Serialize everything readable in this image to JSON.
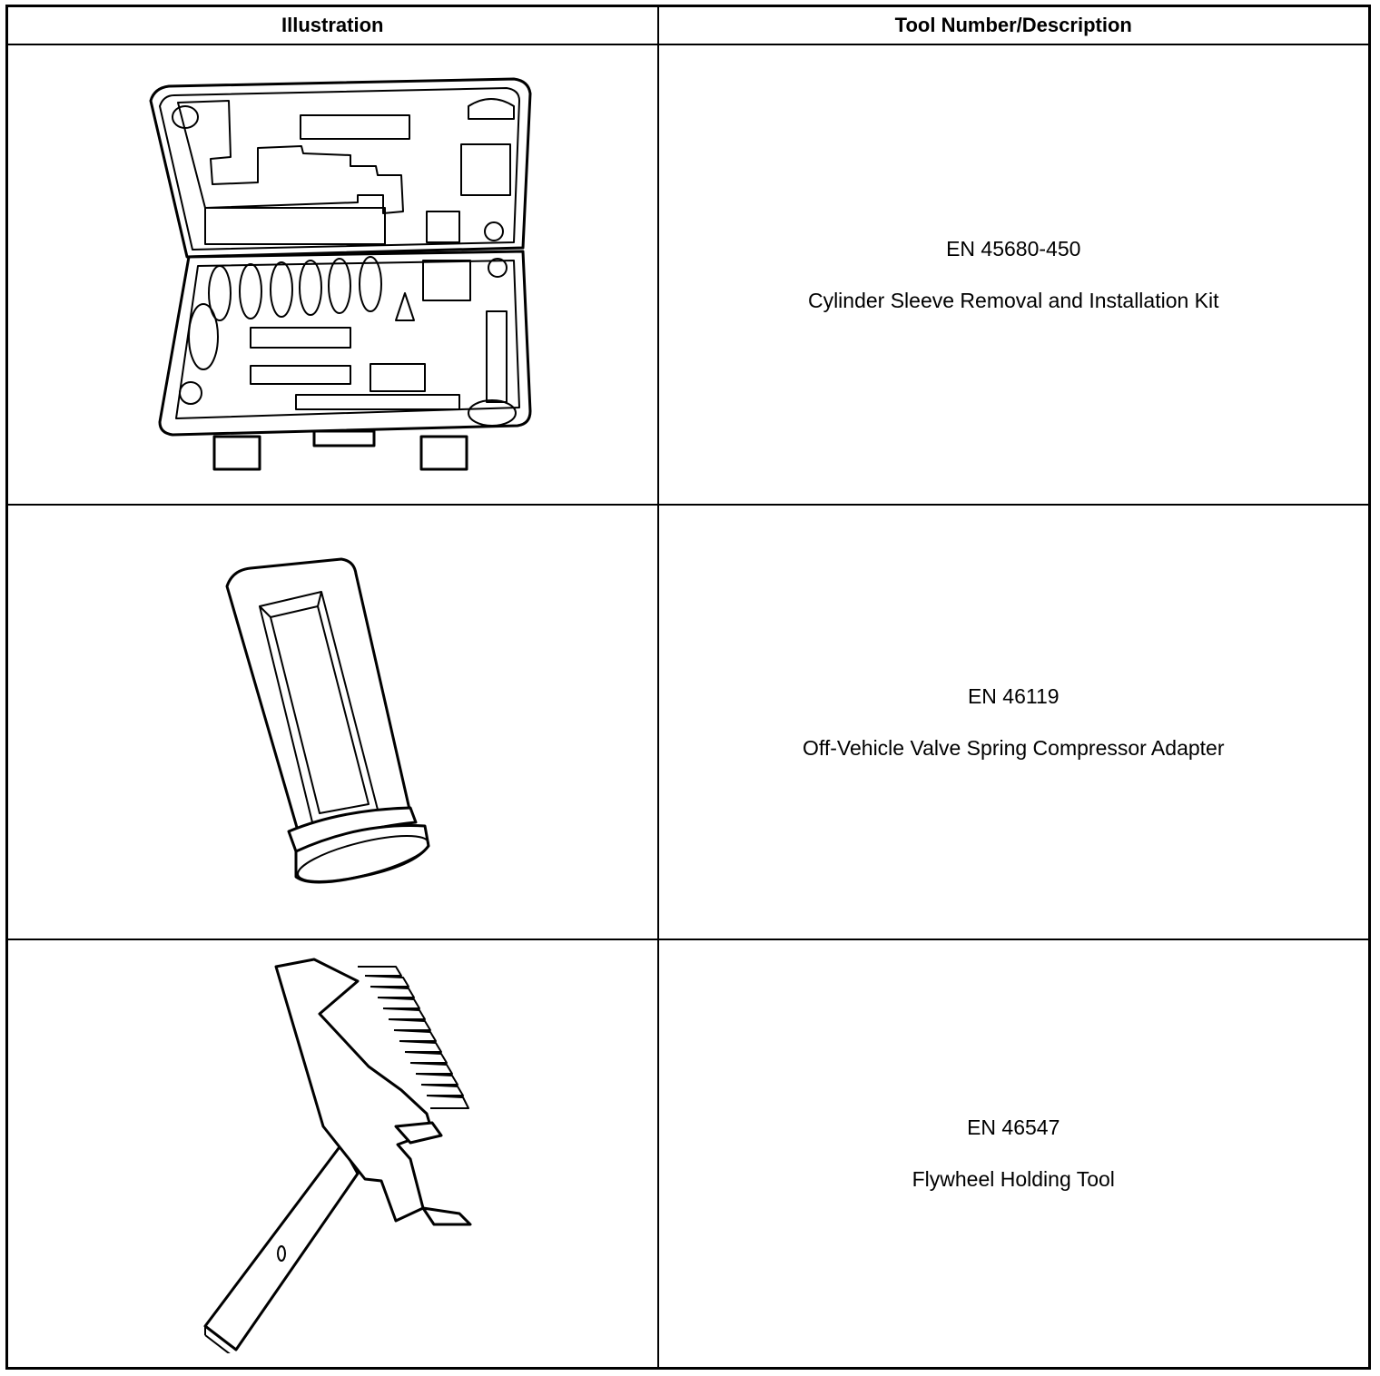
{
  "table": {
    "headers": {
      "illustration": "Illustration",
      "description": "Tool Number/Description"
    },
    "rows": [
      {
        "tool_number": "EN 45680-450",
        "description": "Cylinder Sleeve Removal and Installation Kit",
        "illustration_icon": "tool-case-kit-icon"
      },
      {
        "tool_number": "EN 46119",
        "description": "Off-Vehicle Valve Spring Compressor Adapter",
        "illustration_icon": "cylinder-adapter-icon"
      },
      {
        "tool_number": "EN 46547",
        "description": "Flywheel Holding Tool",
        "illustration_icon": "flywheel-holding-tool-icon"
      }
    ]
  }
}
